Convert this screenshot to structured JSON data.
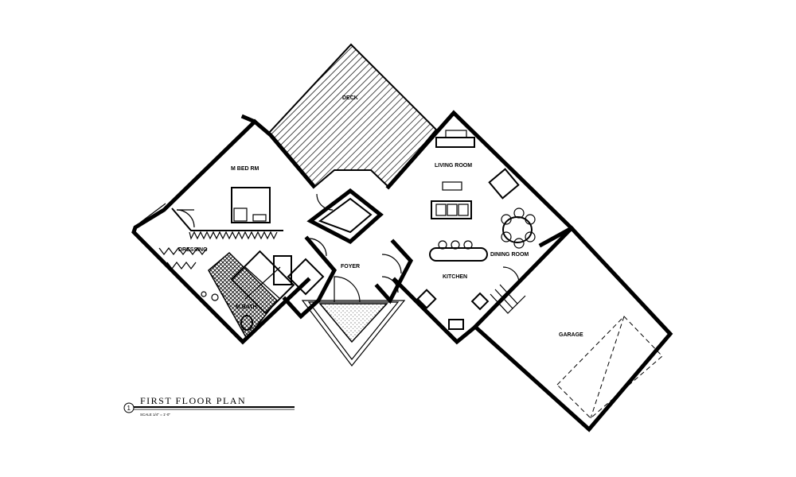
{
  "plan": {
    "title": "FIRST FLOOR PLAN",
    "scale": "SCALE 1/4\" = 1'-0\"",
    "number": "1"
  },
  "rooms": {
    "deck": "DECK",
    "master_bedroom": "M BED RM",
    "living_room": "LIVING ROOM",
    "dressing": "DRESSING",
    "foyer": "FOYER",
    "kitchen": "KITCHEN",
    "dining_room": "DINING ROOM",
    "master_bath": "M BATH",
    "garage": "GARAGE"
  }
}
